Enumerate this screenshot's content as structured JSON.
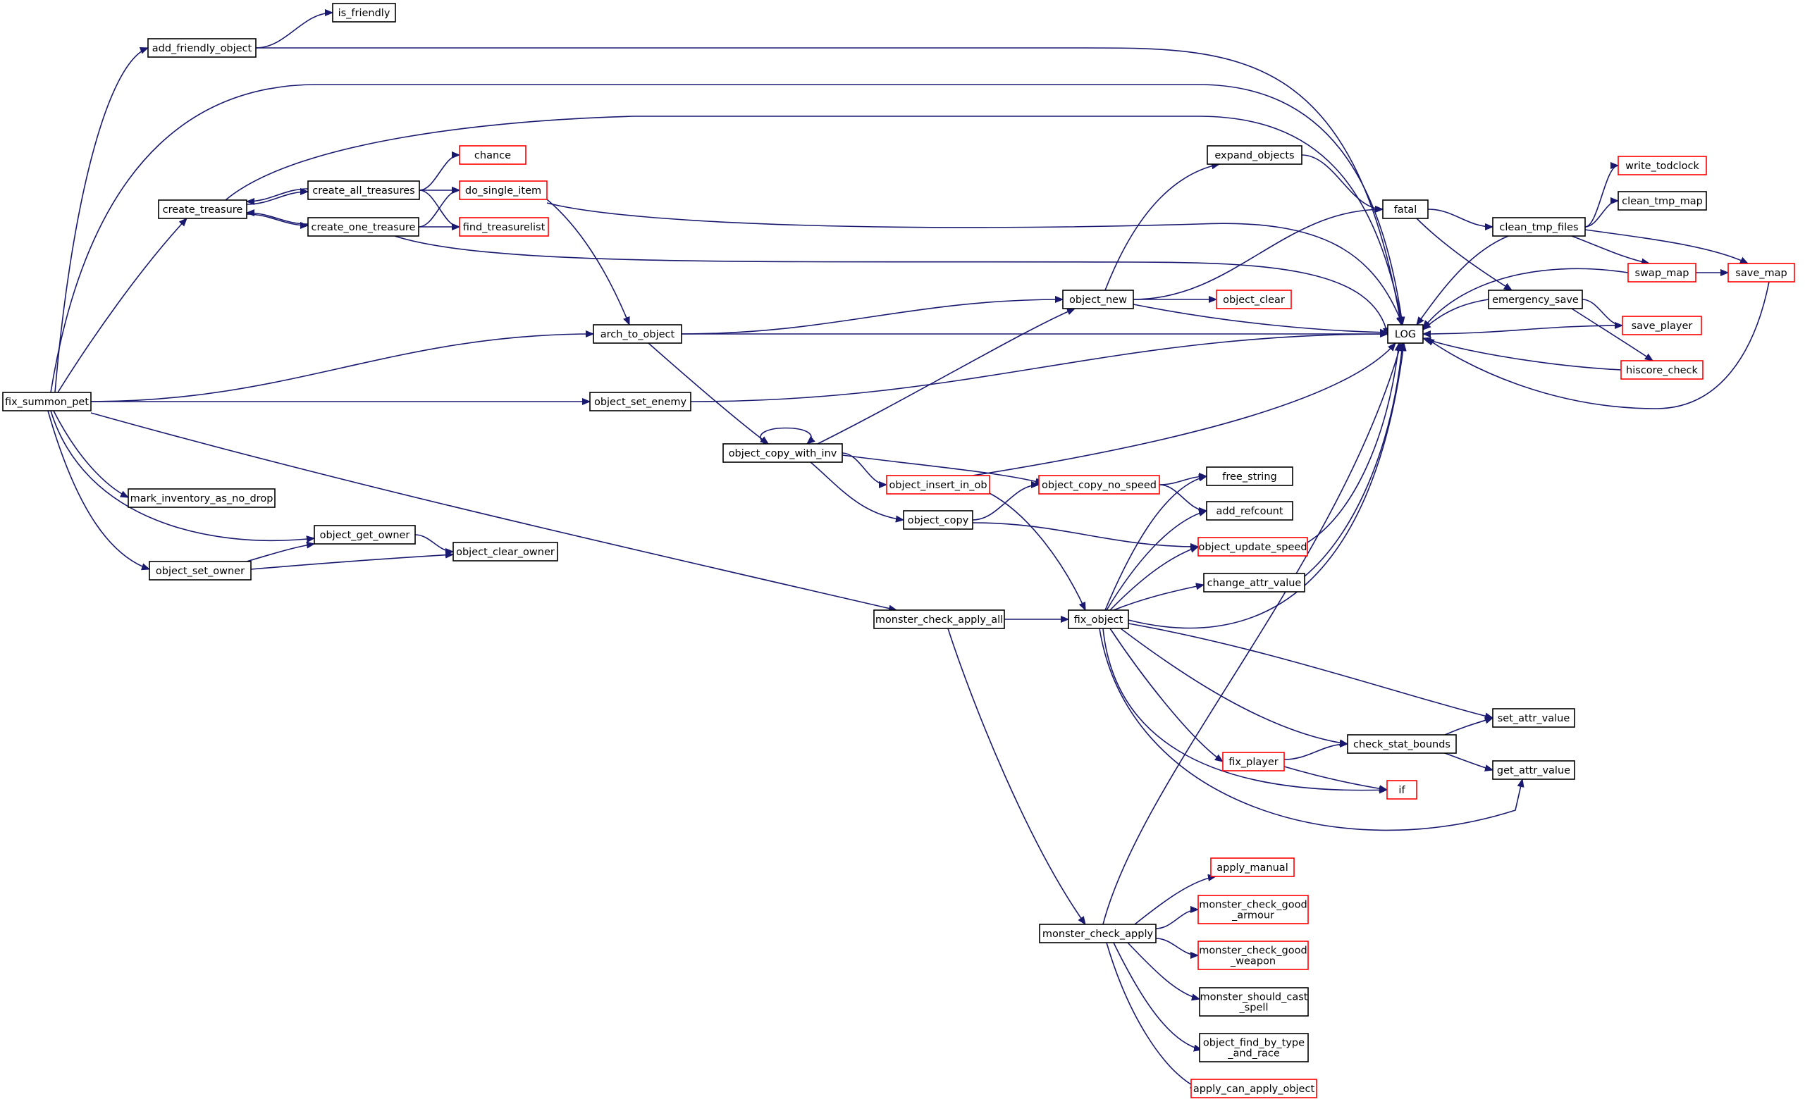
{
  "colors": {
    "edge": "#191970",
    "border_normal": "#000000",
    "border_truncated": "#ff0000",
    "root_fill": "#bfbfbf"
  },
  "nodes": [
    {
      "id": "fix_summon_pet",
      "label": "fix_summon_pet",
      "root": true
    },
    {
      "id": "add_friendly_object",
      "label": "add_friendly_object"
    },
    {
      "id": "is_friendly",
      "label": "is_friendly"
    },
    {
      "id": "create_treasure",
      "label": "create_treasure"
    },
    {
      "id": "create_all_treasures",
      "label": "create_all_treasures"
    },
    {
      "id": "create_one_treasure",
      "label": "create_one_treasure"
    },
    {
      "id": "chance",
      "label": "chance",
      "truncated": true
    },
    {
      "id": "do_single_item",
      "label": "do_single_item",
      "truncated": true
    },
    {
      "id": "find_treasurelist",
      "label": "find_treasurelist",
      "truncated": true
    },
    {
      "id": "arch_to_object",
      "label": "arch_to_object"
    },
    {
      "id": "object_set_enemy",
      "label": "object_set_enemy"
    },
    {
      "id": "object_copy_with_inv",
      "label": "object_copy_with_inv"
    },
    {
      "id": "object_insert_in_ob",
      "label": "object_insert_in_ob",
      "truncated": true
    },
    {
      "id": "object_copy_no_speed",
      "label": "object_copy_no_speed",
      "truncated": true
    },
    {
      "id": "object_copy",
      "label": "object_copy"
    },
    {
      "id": "mark_inventory_as_no_drop",
      "label": "mark_inventory_as_no_drop"
    },
    {
      "id": "object_get_owner",
      "label": "object_get_owner"
    },
    {
      "id": "object_set_owner",
      "label": "object_set_owner"
    },
    {
      "id": "object_clear_owner",
      "label": "object_clear_owner"
    },
    {
      "id": "monster_check_apply_all",
      "label": "monster_check_apply_all"
    },
    {
      "id": "fix_object",
      "label": "fix_object"
    },
    {
      "id": "monster_check_apply",
      "label": "monster_check_apply"
    },
    {
      "id": "expand_objects",
      "label": "expand_objects"
    },
    {
      "id": "object_new",
      "label": "object_new"
    },
    {
      "id": "object_clear",
      "label": "object_clear",
      "truncated": true
    },
    {
      "id": "LOG",
      "label": "LOG"
    },
    {
      "id": "fatal",
      "label": "fatal"
    },
    {
      "id": "clean_tmp_files",
      "label": "clean_tmp_files"
    },
    {
      "id": "emergency_save",
      "label": "emergency_save"
    },
    {
      "id": "write_todclock",
      "label": "write_todclock",
      "truncated": true
    },
    {
      "id": "clean_tmp_map",
      "label": "clean_tmp_map"
    },
    {
      "id": "swap_map",
      "label": "swap_map",
      "truncated": true
    },
    {
      "id": "save_map",
      "label": "save_map",
      "truncated": true
    },
    {
      "id": "save_player",
      "label": "save_player",
      "truncated": true
    },
    {
      "id": "hiscore_check",
      "label": "hiscore_check",
      "truncated": true
    },
    {
      "id": "free_string",
      "label": "free_string"
    },
    {
      "id": "add_refcount",
      "label": "add_refcount"
    },
    {
      "id": "object_update_speed",
      "label": "object_update_speed",
      "truncated": true
    },
    {
      "id": "change_attr_value",
      "label": "change_attr_value"
    },
    {
      "id": "set_attr_value",
      "label": "set_attr_value"
    },
    {
      "id": "check_stat_bounds",
      "label": "check_stat_bounds"
    },
    {
      "id": "get_attr_value",
      "label": "get_attr_value"
    },
    {
      "id": "fix_player",
      "label": "fix_player",
      "truncated": true
    },
    {
      "id": "if",
      "label": "if",
      "truncated": true
    },
    {
      "id": "apply_manual",
      "label": "apply_manual",
      "truncated": true
    },
    {
      "id": "monster_check_good_armour",
      "label": "monster_check_good\n_armour",
      "truncated": true
    },
    {
      "id": "monster_check_good_weapon",
      "label": "monster_check_good\n_weapon",
      "truncated": true
    },
    {
      "id": "monster_should_cast_spell",
      "label": "monster_should_cast\n_spell"
    },
    {
      "id": "object_find_by_type_and_race",
      "label": "object_find_by_type\n_and_race"
    },
    {
      "id": "apply_can_apply_object",
      "label": "apply_can_apply_object",
      "truncated": true
    }
  ],
  "edges": [
    [
      "fix_summon_pet",
      "add_friendly_object"
    ],
    [
      "fix_summon_pet",
      "LOG"
    ],
    [
      "fix_summon_pet",
      "create_treasure"
    ],
    [
      "fix_summon_pet",
      "arch_to_object"
    ],
    [
      "fix_summon_pet",
      "object_set_enemy"
    ],
    [
      "fix_summon_pet",
      "mark_inventory_as_no_drop"
    ],
    [
      "fix_summon_pet",
      "object_get_owner"
    ],
    [
      "fix_summon_pet",
      "object_set_owner"
    ],
    [
      "fix_summon_pet",
      "monster_check_apply_all"
    ],
    [
      "add_friendly_object",
      "is_friendly"
    ],
    [
      "add_friendly_object",
      "LOG"
    ],
    [
      "create_treasure",
      "create_all_treasures"
    ],
    [
      "create_treasure",
      "create_one_treasure"
    ],
    [
      "create_treasure",
      "LOG"
    ],
    [
      "create_all_treasures",
      "chance"
    ],
    [
      "create_all_treasures",
      "do_single_item"
    ],
    [
      "create_all_treasures",
      "find_treasurelist"
    ],
    [
      "create_all_treasures",
      "create_treasure"
    ],
    [
      "create_one_treasure",
      "do_single_item"
    ],
    [
      "create_one_treasure",
      "find_treasurelist"
    ],
    [
      "create_one_treasure",
      "create_treasure"
    ],
    [
      "create_one_treasure",
      "LOG"
    ],
    [
      "do_single_item",
      "arch_to_object"
    ],
    [
      "do_single_item",
      "LOG"
    ],
    [
      "arch_to_object",
      "object_new"
    ],
    [
      "arch_to_object",
      "LOG"
    ],
    [
      "arch_to_object",
      "object_copy_with_inv"
    ],
    [
      "object_set_enemy",
      "LOG"
    ],
    [
      "object_copy_with_inv",
      "object_copy_with_inv"
    ],
    [
      "object_copy_with_inv",
      "object_new"
    ],
    [
      "object_copy_with_inv",
      "object_insert_in_ob"
    ],
    [
      "object_copy_with_inv",
      "object_copy_no_speed"
    ],
    [
      "object_copy_with_inv",
      "object_copy"
    ],
    [
      "object_insert_in_ob",
      "LOG"
    ],
    [
      "object_insert_in_ob",
      "fix_object"
    ],
    [
      "object_copy",
      "object_copy_no_speed"
    ],
    [
      "object_copy",
      "object_update_speed"
    ],
    [
      "object_copy_no_speed",
      "free_string"
    ],
    [
      "object_copy_no_speed",
      "add_refcount"
    ],
    [
      "object_get_owner",
      "object_clear_owner"
    ],
    [
      "object_set_owner",
      "object_get_owner"
    ],
    [
      "object_set_owner",
      "object_clear_owner"
    ],
    [
      "monster_check_apply_all",
      "fix_object"
    ],
    [
      "monster_check_apply_all",
      "monster_check_apply"
    ],
    [
      "object_new",
      "expand_objects"
    ],
    [
      "object_new",
      "fatal"
    ],
    [
      "object_new",
      "object_clear"
    ],
    [
      "object_new",
      "LOG"
    ],
    [
      "expand_objects",
      "fatal"
    ],
    [
      "fatal",
      "clean_tmp_files"
    ],
    [
      "fatal",
      "emergency_save"
    ],
    [
      "clean_tmp_files",
      "write_todclock"
    ],
    [
      "clean_tmp_files",
      "clean_tmp_map"
    ],
    [
      "clean_tmp_files",
      "swap_map"
    ],
    [
      "clean_tmp_files",
      "save_map"
    ],
    [
      "clean_tmp_files",
      "LOG"
    ],
    [
      "swap_map",
      "save_map"
    ],
    [
      "swap_map",
      "LOG"
    ],
    [
      "save_map",
      "LOG"
    ],
    [
      "emergency_save",
      "save_player"
    ],
    [
      "emergency_save",
      "hiscore_check"
    ],
    [
      "emergency_save",
      "LOG"
    ],
    [
      "save_player",
      "LOG"
    ],
    [
      "hiscore_check",
      "LOG"
    ],
    [
      "object_update_speed",
      "LOG"
    ],
    [
      "change_attr_value",
      "LOG"
    ],
    [
      "fix_object",
      "free_string"
    ],
    [
      "fix_object",
      "add_refcount"
    ],
    [
      "fix_object",
      "object_update_speed"
    ],
    [
      "fix_object",
      "change_attr_value"
    ],
    [
      "fix_object",
      "LOG"
    ],
    [
      "fix_object",
      "set_attr_value"
    ],
    [
      "fix_object",
      "check_stat_bounds"
    ],
    [
      "fix_object",
      "fix_player"
    ],
    [
      "fix_object",
      "if"
    ],
    [
      "fix_object",
      "get_attr_value"
    ],
    [
      "fix_player",
      "check_stat_bounds"
    ],
    [
      "fix_player",
      "if"
    ],
    [
      "check_stat_bounds",
      "set_attr_value"
    ],
    [
      "check_stat_bounds",
      "get_attr_value"
    ],
    [
      "monster_check_apply",
      "LOG"
    ],
    [
      "monster_check_apply",
      "apply_manual"
    ],
    [
      "monster_check_apply",
      "monster_check_good_armour"
    ],
    [
      "monster_check_apply",
      "monster_check_good_weapon"
    ],
    [
      "monster_check_apply",
      "monster_should_cast_spell"
    ],
    [
      "monster_check_apply",
      "object_find_by_type_and_race"
    ],
    [
      "monster_check_apply",
      "apply_can_apply_object"
    ]
  ]
}
